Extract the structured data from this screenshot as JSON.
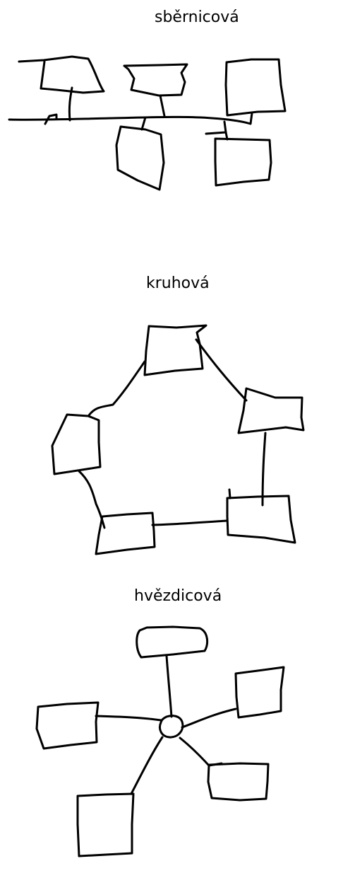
{
  "diagrams": [
    {
      "id": "bus",
      "title": "sběrnicová",
      "nodes": 5,
      "stroke_color": "#000000"
    },
    {
      "id": "ring",
      "title": "kruhová",
      "nodes": 5,
      "stroke_color": "#000000"
    },
    {
      "id": "star",
      "title": "hvězdicová",
      "nodes": 5,
      "hub": true,
      "stroke_color": "#000000"
    }
  ],
  "background_color": "#ffffff"
}
